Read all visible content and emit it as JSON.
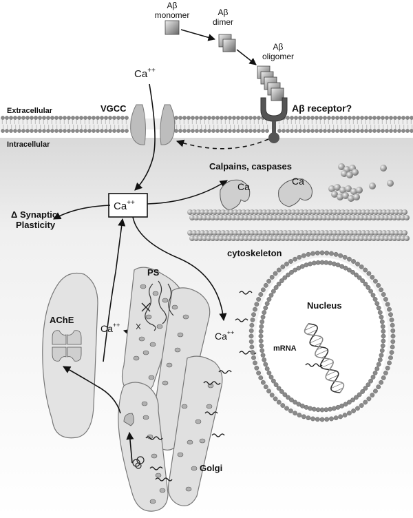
{
  "labels": {
    "abeta_monomer_1": "Aβ",
    "abeta_monomer_2": "monomer",
    "abeta_dimer_1": "Aβ",
    "abeta_dimer_2": "dimer",
    "abeta_oligomer_1": "Aβ",
    "abeta_oligomer_2": "oligomer",
    "ca_extracellular": "Ca",
    "ca_extracellular_sup": "++",
    "vgcc": "VGCC",
    "receptor": "Aβ receptor?",
    "extracellular": "Extracellular",
    "intracellular": "Intracellular",
    "calpains": "Calpains, caspases",
    "ca_enzyme_1": "Ca",
    "ca_enzyme_2": "Ca",
    "ca_box": "Ca",
    "ca_box_sup": "++",
    "synaptic_1": "Δ Synaptic",
    "synaptic_2": "Plasticity",
    "cytoskeleton": "cytoskeleton",
    "ps": "PS",
    "nucleus": "Nucleus",
    "mrna": "mRNA",
    "ache": "AChE",
    "ca_er": "Ca",
    "ca_er_sup": "++",
    "ca_nuc": "Ca",
    "ca_nuc_sup": "++",
    "golgi": "Golgi"
  }
}
